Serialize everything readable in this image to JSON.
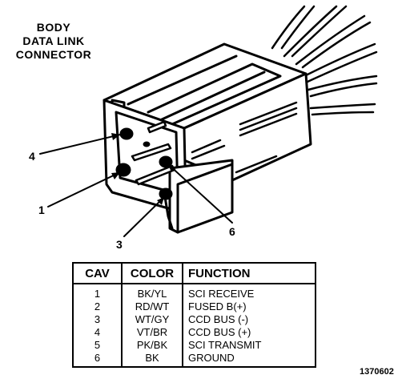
{
  "title_lines": [
    "BODY",
    "DATA LINK",
    "CONNECTOR"
  ],
  "pin_callouts": [
    "4",
    "1",
    "3",
    "6"
  ],
  "table": {
    "headers": [
      "CAV",
      "COLOR",
      "FUNCTION"
    ],
    "rows": [
      [
        "1",
        "BK/YL",
        "SCI RECEIVE"
      ],
      [
        "2",
        "RD/WT",
        "FUSED B(+)"
      ],
      [
        "3",
        "WT/GY",
        "CCD BUS (-)"
      ],
      [
        "4",
        "VT/BR",
        "CCD BUS (+)"
      ],
      [
        "5",
        "PK/BK",
        "SCI TRANSMIT"
      ],
      [
        "6",
        "BK",
        "GROUND"
      ]
    ]
  },
  "figure_id": "1370602"
}
